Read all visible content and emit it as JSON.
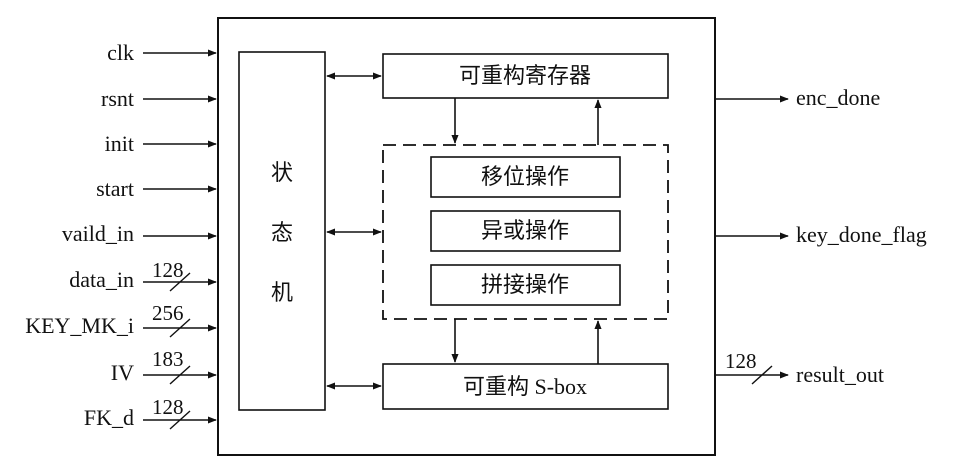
{
  "inputs": [
    {
      "label": "clk",
      "width": ""
    },
    {
      "label": "rsnt",
      "width": ""
    },
    {
      "label": "init",
      "width": ""
    },
    {
      "label": "start",
      "width": ""
    },
    {
      "label": "vaild_in",
      "width": ""
    },
    {
      "label": "data_in",
      "width": "128"
    },
    {
      "label": "KEY_MK_i",
      "width": "256"
    },
    {
      "label": "IV",
      "width": "183"
    },
    {
      "label": "FK_d",
      "width": "128"
    }
  ],
  "outputs": [
    {
      "label": "enc_done",
      "width": ""
    },
    {
      "label": "key_done_flag",
      "width": ""
    },
    {
      "label": "result_out",
      "width": "128"
    }
  ],
  "fsm": {
    "chars": [
      "状",
      "态",
      "机"
    ]
  },
  "blocks": {
    "register": "可重构寄存器",
    "shift": "移位操作",
    "xor": "异或操作",
    "concat": "拼接操作",
    "sbox": "可重构 S-box"
  }
}
